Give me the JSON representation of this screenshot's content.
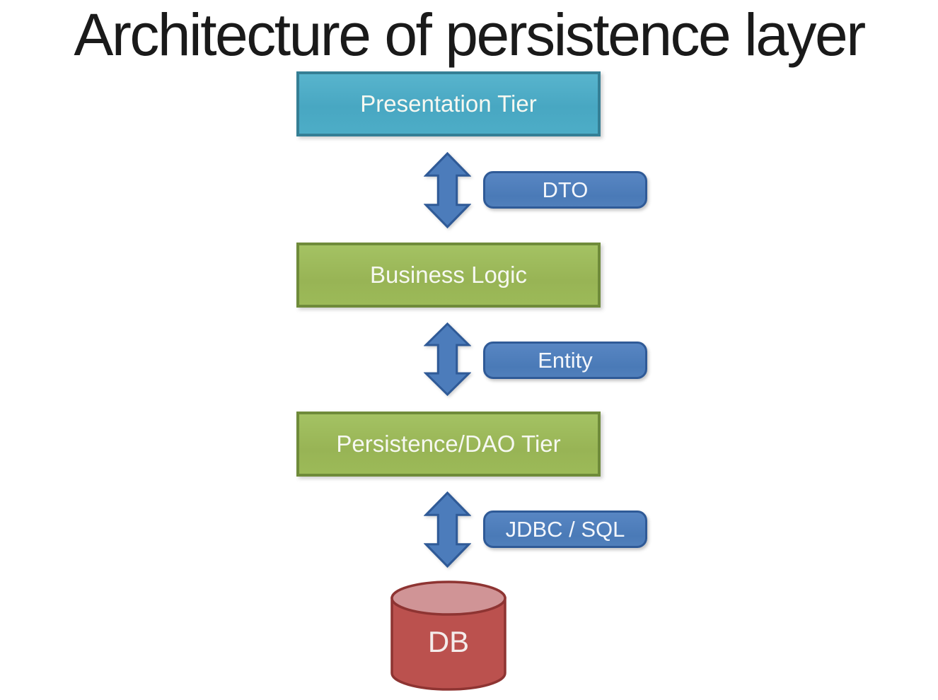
{
  "title": "Architecture of persistence layer",
  "tiers": [
    {
      "label": "Presentation Tier",
      "fill": "#4bacc6",
      "border": "#357f95"
    },
    {
      "label": "Business Logic",
      "fill": "#9bbb59",
      "border": "#6f8b3a"
    },
    {
      "label": "Persistence/DAO Tier",
      "fill": "#9bbb59",
      "border": "#6f8b3a"
    }
  ],
  "connectors": [
    {
      "label": "DTO",
      "fill": "#4f81bd",
      "border": "#2f5a97"
    },
    {
      "label": "Entity",
      "fill": "#4f81bd",
      "border": "#2f5a97"
    },
    {
      "label": "JDBC / SQL",
      "fill": "#4f81bd",
      "border": "#2f5a97"
    }
  ],
  "arrows": {
    "type": "double-headed-vertical",
    "count": 3,
    "fill": "#4c7cbb",
    "border": "#2f5a97"
  },
  "database": {
    "label": "DB",
    "body_fill": "#bb514e",
    "top_fill": "#d09496",
    "border": "#8e3432"
  },
  "background": "#ffffff",
  "box_text_color": "#ffffff",
  "title_color": "#1a1a1a"
}
